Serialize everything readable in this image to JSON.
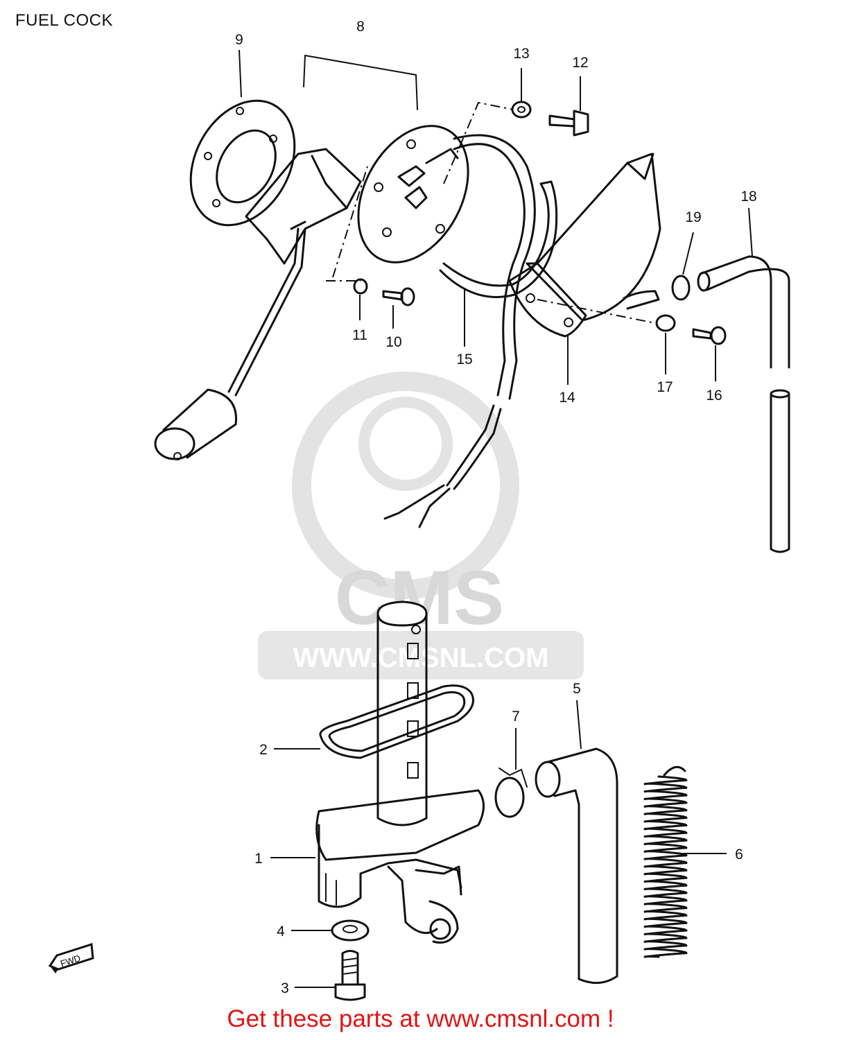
{
  "title": "FUEL COCK",
  "footer": "Get these parts at www.cmsnl.com !",
  "watermark": {
    "brand": "CMS",
    "url": "WWW.CMSNL.COM"
  },
  "direction_arrow": "FWD",
  "callouts": [
    {
      "id": "c1",
      "label": "1"
    },
    {
      "id": "c2",
      "label": "2"
    },
    {
      "id": "c3",
      "label": "3"
    },
    {
      "id": "c4",
      "label": "4"
    },
    {
      "id": "c5",
      "label": "5"
    },
    {
      "id": "c6",
      "label": "6"
    },
    {
      "id": "c7",
      "label": "7"
    },
    {
      "id": "c8",
      "label": "8"
    },
    {
      "id": "c9",
      "label": "9"
    },
    {
      "id": "c10",
      "label": "10"
    },
    {
      "id": "c11",
      "label": "11"
    },
    {
      "id": "c12",
      "label": "12"
    },
    {
      "id": "c13",
      "label": "13"
    },
    {
      "id": "c14",
      "label": "14"
    },
    {
      "id": "c15",
      "label": "15"
    },
    {
      "id": "c16",
      "label": "16"
    },
    {
      "id": "c17",
      "label": "17"
    },
    {
      "id": "c18",
      "label": "18"
    },
    {
      "id": "c19",
      "label": "19"
    }
  ],
  "colors": {
    "line": "#111111",
    "footer": "#e01414",
    "watermark": "#d8d8d8"
  }
}
